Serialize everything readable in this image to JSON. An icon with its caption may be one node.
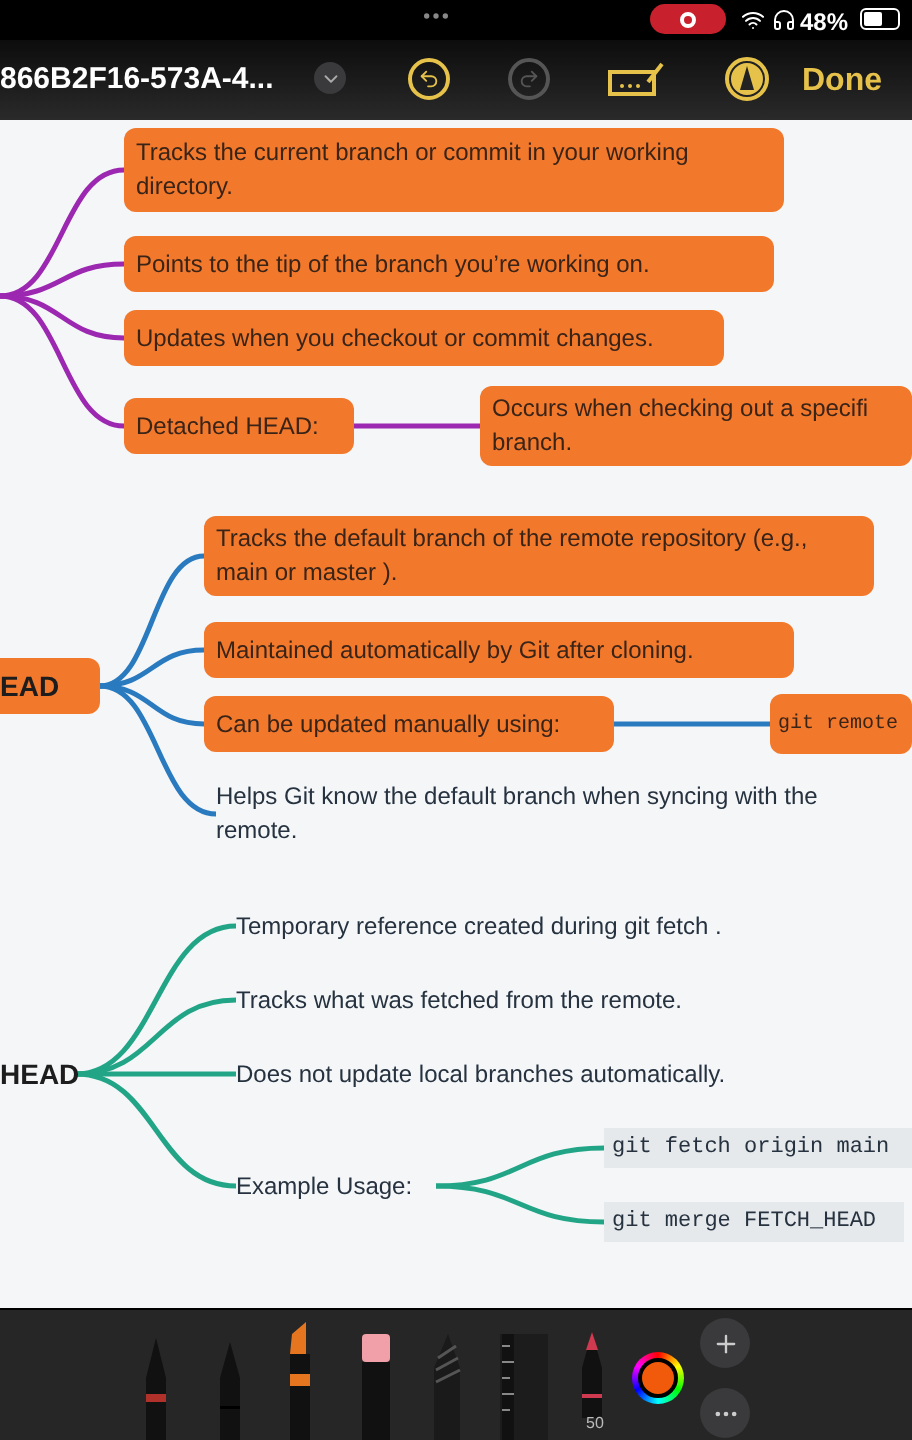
{
  "diagram": {
    "nodes": [
      {
        "text": [
          "Tracks the current branch or commit in your working directory."
        ]
      },
      {
        "text": [
          "Points to the tip of the branch you’re working on."
        ]
      },
      {
        "text": [
          "Updates when you checkout or commit changes."
        ]
      },
      {
        "text": [
          "Detached HEAD:"
        ]
      },
      {
        "text": [
          "Occurs when checking out a specifi branch."
        ]
      },
      {
        "text": [
          "EAD"
        ]
      },
      {
        "text": [
          "Tracks the default branch of the remote repository (e.g., main or master )."
        ]
      },
      {
        "text": [
          "Maintained automatically by Git after cloning."
        ]
      },
      {
        "text": [
          "Can be updated manually using:"
        ]
      },
      {
        "text": [
          "git remote"
        ]
      },
      {
        "text": [
          "Helps Git know the default branch when syncing with the remote."
        ]
      },
      {
        "text": [
          "HEAD"
        ]
      },
      {
        "text": [
          "Temporary reference created during git fetch ."
        ]
      },
      {
        "text": [
          "Tracks what was fetched from the remote."
        ]
      },
      {
        "text": [
          "Does not update local branches automatically."
        ]
      },
      {
        "text": [
          "Example Usage:"
        ]
      },
      {
        "text": [
          "git fetch origin main"
        ]
      },
      {
        "text": [
          "git merge FETCH_HEAD"
        ]
      }
    ],
    "edges": [
      {
        "from": null,
        "to": 0,
        "arrow": "none",
        "color": "#9c27b0"
      },
      {
        "from": null,
        "to": 1,
        "arrow": "none",
        "color": "#9c27b0"
      },
      {
        "from": null,
        "to": 2,
        "arrow": "none",
        "color": "#9c27b0"
      },
      {
        "from": null,
        "to": 3,
        "arrow": "none",
        "color": "#9c27b0"
      },
      {
        "from": 3,
        "to": 4,
        "arrow": "none",
        "color": "#9c27b0"
      },
      {
        "from": 5,
        "to": 6,
        "arrow": "none",
        "color": "#2a7abf"
      },
      {
        "from": 5,
        "to": 7,
        "arrow": "none",
        "color": "#2a7abf"
      },
      {
        "from": 5,
        "to": 8,
        "arrow": "none",
        "color": "#2a7abf"
      },
      {
        "from": 5,
        "to": 10,
        "arrow": "none",
        "color": "#2a7abf"
      },
      {
        "from": 8,
        "to": 9,
        "arrow": "none",
        "color": "#2a7abf"
      },
      {
        "from": 11,
        "to": 12,
        "arrow": "none",
        "color": "#22a586"
      },
      {
        "from": 11,
        "to": 13,
        "arrow": "none",
        "color": "#22a586"
      },
      {
        "from": 11,
        "to": 14,
        "arrow": "none",
        "color": "#22a586"
      },
      {
        "from": 11,
        "to": 15,
        "arrow": "none",
        "color": "#22a586"
      },
      {
        "from": 15,
        "to": 16,
        "arrow": "none",
        "color": "#22a586"
      },
      {
        "from": 15,
        "to": 17,
        "arrow": "none",
        "color": "#22a586"
      }
    ],
    "labels": [
      "866B2F16-573A-4...",
      "48%",
      "Done",
      "50"
    ]
  }
}
